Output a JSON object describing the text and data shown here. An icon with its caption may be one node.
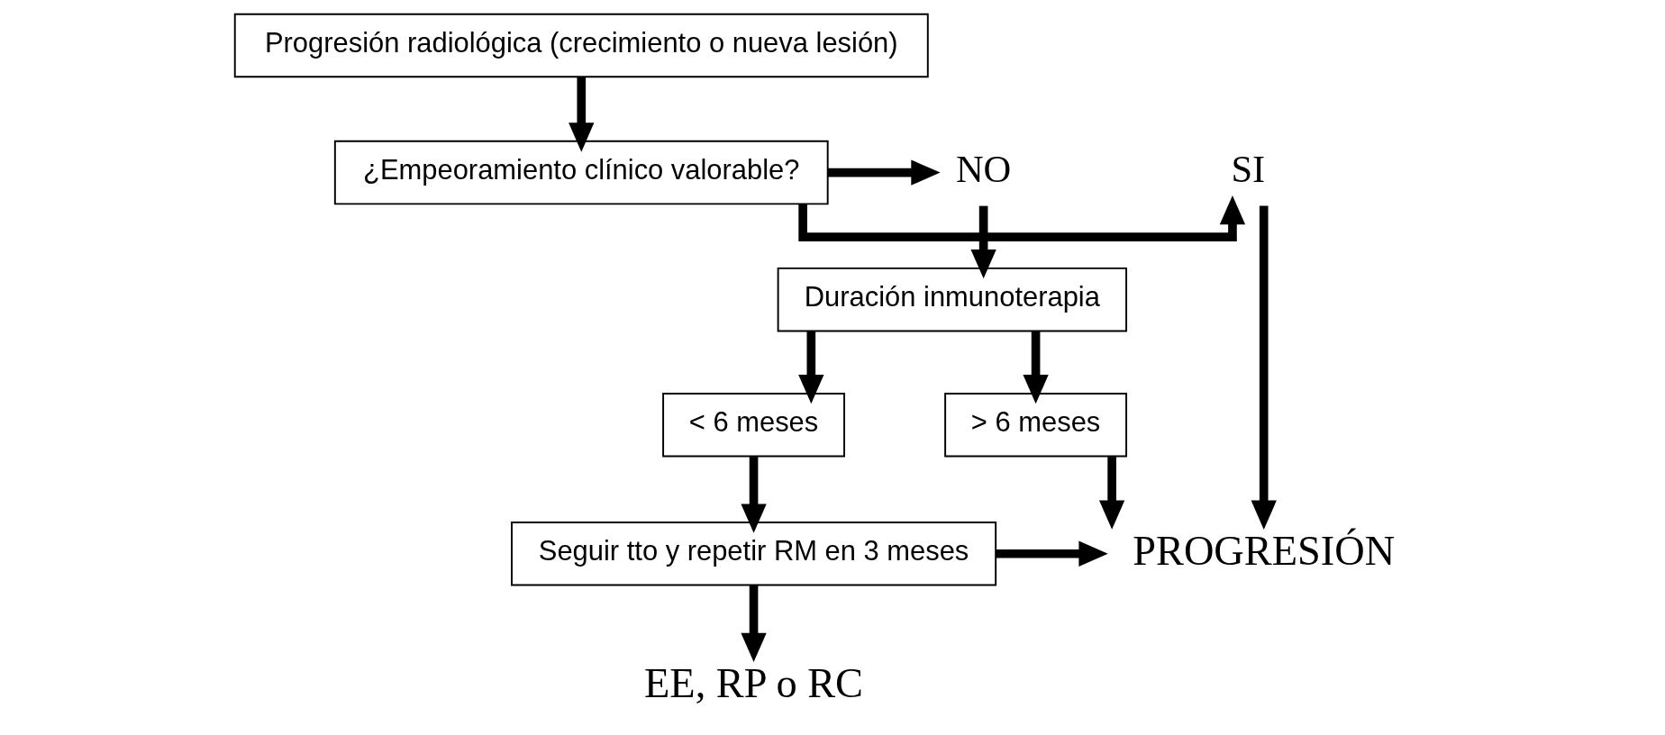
{
  "diagram": {
    "nodes": [
      {
        "text": [
          "Progresión radiológica (crecimiento o nueva lesión)"
        ]
      },
      {
        "text": [
          "¿Empeoramiento clínico valorable?"
        ]
      },
      {
        "text": [
          "SI"
        ]
      },
      {
        "text": [
          "NO"
        ]
      },
      {
        "text": [
          "Duración inmunoterapia"
        ]
      },
      {
        "text": [
          "> 6 meses"
        ]
      },
      {
        "text": [
          "< 6 meses"
        ]
      },
      {
        "text": [
          "Seguir tto y repetir RM en 3 meses"
        ]
      },
      {
        "text": [
          "PROGRESIÓN"
        ]
      },
      {
        "text": [
          "EE, RP o RC"
        ]
      }
    ],
    "edges": [
      {
        "from": 0,
        "to": 1,
        "arrow": "to"
      },
      {
        "from": 1,
        "to": 2,
        "arrow": "to"
      },
      {
        "from": 1,
        "to": 3,
        "arrow": "to"
      },
      {
        "from": 2,
        "to": 8,
        "arrow": "to"
      },
      {
        "from": 3,
        "to": 4,
        "arrow": "to"
      },
      {
        "from": 4,
        "to": 5,
        "arrow": "to"
      },
      {
        "from": 4,
        "to": 6,
        "arrow": "to"
      },
      {
        "from": 5,
        "to": 8,
        "arrow": "to"
      },
      {
        "from": 6,
        "to": 7,
        "arrow": "to"
      },
      {
        "from": 7,
        "to": 8,
        "arrow": "to"
      },
      {
        "from": 7,
        "to": 9,
        "arrow": "to"
      }
    ]
  }
}
